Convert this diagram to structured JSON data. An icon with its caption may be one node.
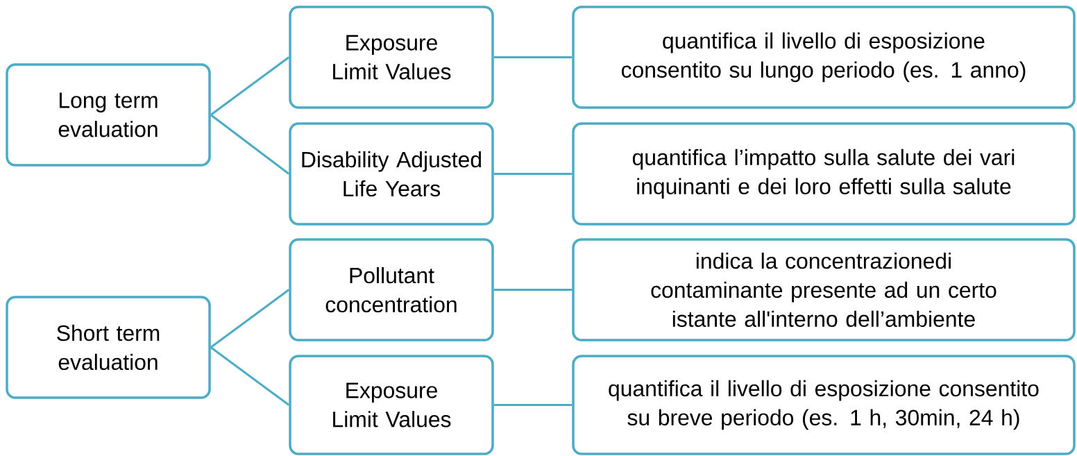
{
  "diagram": {
    "nodes": [
      {
        "text": [
          "Long term evaluation"
        ]
      },
      {
        "text": [
          "Exposure Limit Values"
        ]
      },
      {
        "text": [
          "Disability Adjusted Life Years"
        ]
      },
      {
        "text": [
          "Pollutant concentration"
        ]
      },
      {
        "text": [
          "Short term evaluation"
        ]
      },
      {
        "text": [
          "Exposure Limit Values"
        ]
      },
      {
        "text": [
          "quantifica il livello di esposizione consentito su lungo periodo (es. 1 anno)"
        ]
      },
      {
        "text": [
          "quantifica l’impatto sulla salute dei vari inquinanti e dei loro effetti sulla salute"
        ]
      },
      {
        "text": [
          "indica la concentrazionedi contaminante presente ad un certo istante all'interno dell’ambiente"
        ]
      },
      {
        "text": [
          "quantifica il livello di esposizione consentito su breve periodo (es. 1 h, 30min, 24 h)"
        ]
      }
    ],
    "edges": [
      {
        "from": 0,
        "to": 1,
        "arrow": "none"
      },
      {
        "from": 0,
        "to": 2,
        "arrow": "none"
      },
      {
        "from": 4,
        "to": 3,
        "arrow": "none"
      },
      {
        "from": 4,
        "to": 5,
        "arrow": "none"
      },
      {
        "from": 1,
        "to": 6,
        "arrow": "none"
      },
      {
        "from": 2,
        "to": 7,
        "arrow": "none"
      },
      {
        "from": 3,
        "to": 8,
        "arrow": "none"
      },
      {
        "from": 5,
        "to": 9,
        "arrow": "none"
      }
    ]
  }
}
